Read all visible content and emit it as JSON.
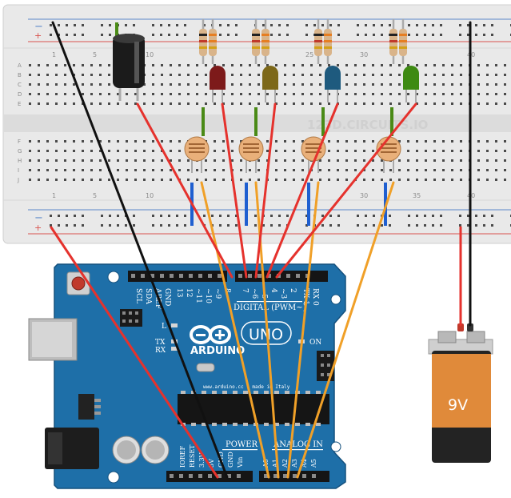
{
  "breadboard": {
    "watermark": "123D.CIRCUITS.IO",
    "rail_minus": "−",
    "rail_plus": "+",
    "top_numbers": [
      "1",
      "5",
      "10",
      "25",
      "30",
      "40"
    ],
    "bottom_numbers": [
      "1",
      "5",
      "10",
      "30",
      "35",
      "40"
    ],
    "row_letters_top": [
      "A",
      "B",
      "C",
      "D",
      "E"
    ],
    "row_letters_bottom": [
      "F",
      "G",
      "H",
      "I",
      "J"
    ]
  },
  "arduino": {
    "brand": "ARDUINO",
    "model": "UNO",
    "url_text": "www.arduino.cc - made in Italy",
    "digital_label": "DIGITAL (PWM~)",
    "analog_label": "ANALOG IN",
    "power_label": "POWER",
    "on_label": "ON",
    "l_label": "L",
    "tx_label": "TX",
    "rx_label": "RX",
    "top_pin_labels": [
      "SCL",
      "SDA",
      "AREF",
      "GND",
      "13",
      "12",
      "~11",
      "~10",
      "~9",
      "8",
      "7",
      "~6",
      "~5",
      "4",
      "~3",
      "2",
      "TX 1",
      "RX 0"
    ],
    "power_pin_labels": [
      "IOREF",
      "RESET",
      "3.3V",
      "5V",
      "GND",
      "GND",
      "Vin"
    ],
    "analog_pin_labels": [
      "A0",
      "A1",
      "A2",
      "A3",
      "A4",
      "A5"
    ]
  },
  "battery": {
    "label": "9V"
  },
  "colors": {
    "board_blue": "#1e6fa8",
    "wire_red": "#e5322d",
    "wire_black": "#111111",
    "wire_orange": "#f0a028",
    "wire_green": "#4a8a16",
    "wire_blue": "#1f5fd0",
    "battery_orange": "#e08a3a"
  }
}
